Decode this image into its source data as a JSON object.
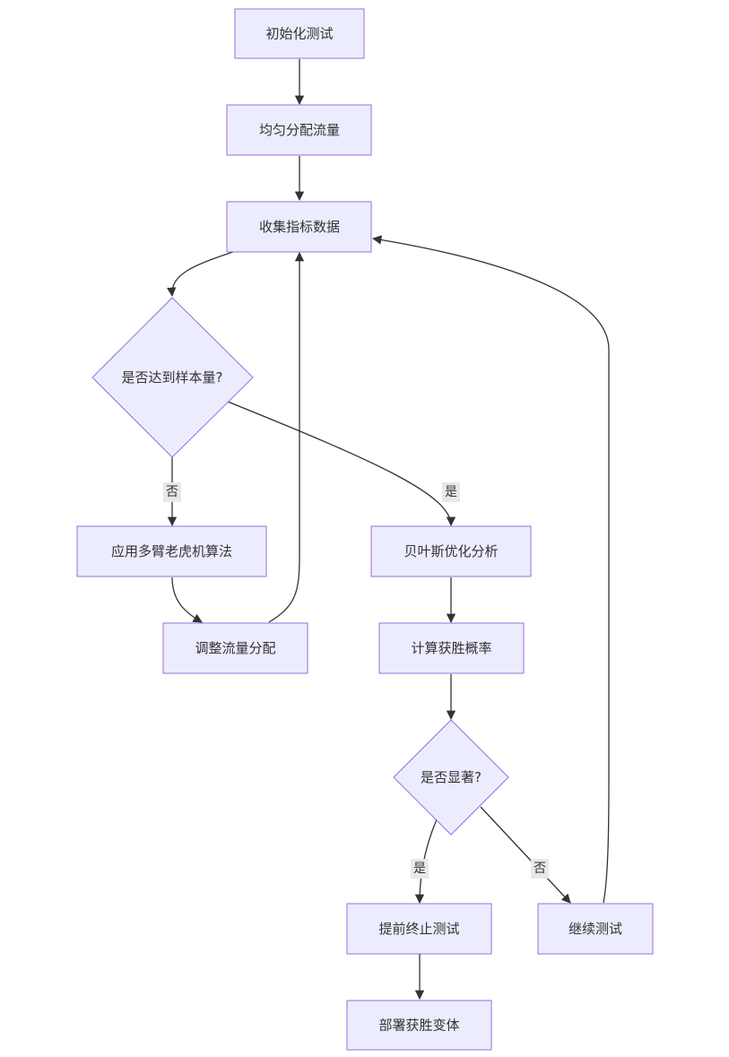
{
  "colors": {
    "node_fill": "#ECECFF",
    "node_stroke": "#9370DB",
    "edge": "#333333",
    "edge_label_bg": "#e8e8e8",
    "text": "#333333"
  },
  "nodes": {
    "init": "初始化测试",
    "split": "均匀分配流量",
    "collect": "收集指标数据",
    "sample_check": "是否达到样本量?",
    "bandit": "应用多臂老虎机算法",
    "adjust": "调整流量分配",
    "bayes": "贝叶斯优化分析",
    "prob": "计算获胜概率",
    "sig_check": "是否显著?",
    "stop": "提前终止测试",
    "continue": "继续测试",
    "deploy": "部署获胜变体"
  },
  "edge_labels": {
    "sample_no": "否",
    "sample_yes": "是",
    "sig_yes": "是",
    "sig_no": "否"
  }
}
